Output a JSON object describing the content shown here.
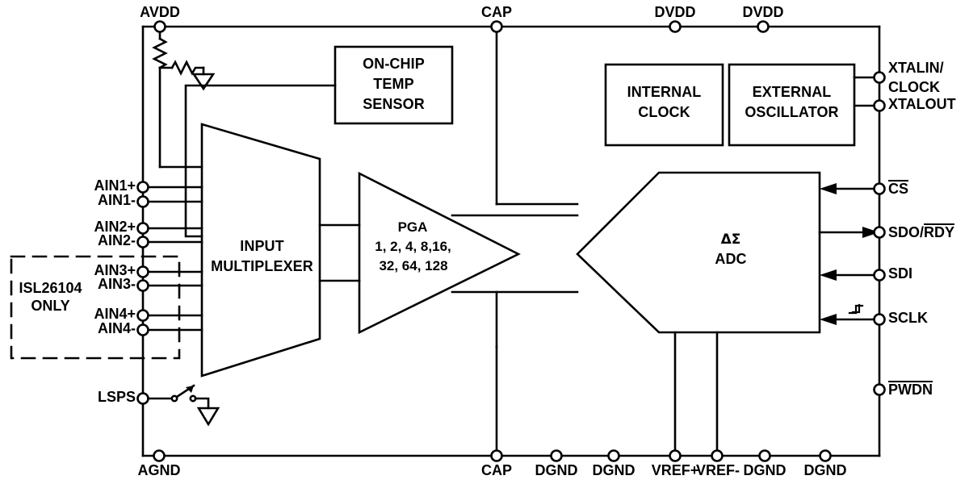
{
  "diagram": {
    "title": "ISL26104 / ISL26102 ADC Functional Block Diagram",
    "stroke_color": "#000000",
    "background_color": "#ffffff"
  },
  "blocks": [
    {
      "id": "temp-sensor",
      "label": "ON-CHIP\nTEMP\nSENSOR",
      "shape": "rect"
    },
    {
      "id": "internal-clock",
      "label": "INTERNAL\nCLOCK",
      "shape": "rect"
    },
    {
      "id": "external-oscillator",
      "label": "EXTERNAL\nOSCILLATOR",
      "shape": "rect"
    },
    {
      "id": "input-multiplexer",
      "label": "INPUT\nMULTIPLEXER",
      "shape": "trapezoid"
    },
    {
      "id": "pga",
      "label": "PGA\n1, 2, 4, 8,16,\n32, 64, 128",
      "shape": "triangle"
    },
    {
      "id": "adc",
      "label": "ΔΣ\nADC",
      "shape": "hexagon"
    }
  ],
  "block_labels": {
    "temp_sensor_line1": "ON-CHIP",
    "temp_sensor_line2": "TEMP",
    "temp_sensor_line3": "SENSOR",
    "internal_clock_line1": "INTERNAL",
    "internal_clock_line2": "CLOCK",
    "external_osc_line1": "EXTERNAL",
    "external_osc_line2": "OSCILLATOR",
    "mux_line1": "INPUT",
    "mux_line2": "MULTIPLEXER",
    "pga_line1": "PGA",
    "pga_line2": "1, 2, 4, 8,16,",
    "pga_line3": "32, 64, 128",
    "adc_line1": "ΔΣ",
    "adc_line2": "ADC"
  },
  "annotations": {
    "isl_only_line1": "ISL26104",
    "isl_only_line2": "ONLY"
  },
  "pins": {
    "top": [
      {
        "name": "AVDD",
        "label": "AVDD",
        "overbar": false
      },
      {
        "name": "CAP",
        "label": "CAP",
        "overbar": false
      },
      {
        "name": "DVDD1",
        "label": "DVDD",
        "overbar": false
      },
      {
        "name": "DVDD2",
        "label": "DVDD",
        "overbar": false
      }
    ],
    "left": [
      {
        "name": "AIN1P",
        "label": "AIN1+"
      },
      {
        "name": "AIN1N",
        "label": "AIN1-"
      },
      {
        "name": "AIN2P",
        "label": "AIN2+"
      },
      {
        "name": "AIN2N",
        "label": "AIN2-"
      },
      {
        "name": "AIN3P",
        "label": "AIN3+"
      },
      {
        "name": "AIN3N",
        "label": "AIN3-"
      },
      {
        "name": "AIN4P",
        "label": "AIN4+"
      },
      {
        "name": "AIN4N",
        "label": "AIN4-"
      },
      {
        "name": "LSPS",
        "label": "LSPS"
      }
    ],
    "right": [
      {
        "name": "XTALIN",
        "label": "XTALIN/",
        "label2": "CLOCK",
        "overbar": false
      },
      {
        "name": "XTALOUT",
        "label": "XTALOUT",
        "overbar": false
      },
      {
        "name": "CS",
        "label": "CS",
        "overbar": true
      },
      {
        "name": "SDO_RDY",
        "label_pre": "SDO/",
        "label_bar": "RDY",
        "overbar": "partial"
      },
      {
        "name": "SDI",
        "label": "SDI",
        "overbar": false
      },
      {
        "name": "SCLK",
        "label": "SCLK",
        "overbar": false
      },
      {
        "name": "PWDN",
        "label": "PWDN",
        "overbar": true
      }
    ],
    "bottom": [
      {
        "name": "AGND",
        "label": "AGND"
      },
      {
        "name": "CAPB",
        "label": "CAP"
      },
      {
        "name": "DGND1",
        "label": "DGND"
      },
      {
        "name": "DGND2",
        "label": "DGND"
      },
      {
        "name": "VREFP",
        "label": "VREF+"
      },
      {
        "name": "VREFN",
        "label": "VREF-"
      },
      {
        "name": "DGND3",
        "label": "DGND"
      },
      {
        "name": "DGND4",
        "label": "DGND"
      }
    ]
  }
}
